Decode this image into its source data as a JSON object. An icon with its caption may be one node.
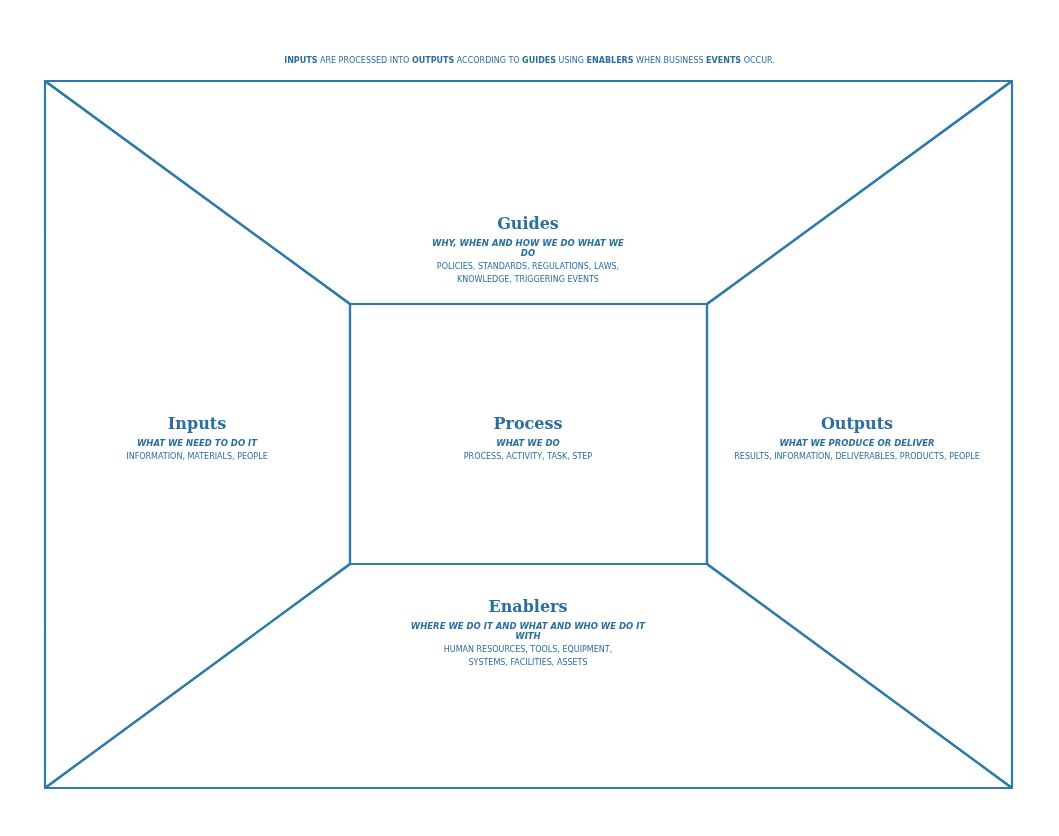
{
  "diagram": {
    "title": "**INPUTS** ARE PROCESSED INTO **OUTPUTS** ACCORDING TO **GUIDES** USING **ENABLERS** WHEN BUSINESS **EVENTS** OCCUR.",
    "nodes": [
      {
        "text": [
          "Guides",
          "WHY, WHEN AND HOW WE DO WHAT WE DO",
          "POLICIES, STANDARDS, REGULATIONS, LAWS, KNOWLEDGE, TRIGGERING EVENTS"
        ]
      },
      {
        "text": [
          "Inputs",
          "WHAT WE NEED TO DO IT",
          "INFORMATION, MATERIALS, PEOPLE"
        ]
      },
      {
        "text": [
          "Process",
          "WHAT WE DO",
          "PROCESS, ACTIVITY, TASK, STEP"
        ]
      },
      {
        "text": [
          "Outputs",
          "WHAT WE PRODUCE OR DELIVER",
          "RESULTS, INFORMATION, DELIVERABLES, PRODUCTS, PEOPLE"
        ]
      },
      {
        "text": [
          "Enablers",
          "WHERE WE DO IT AND WHAT AND WHO WE DO IT WITH",
          "HUMAN RESOURCES, TOOLS, EQUIPMENT, SYSTEMS, FACILITIES, ASSETS"
        ]
      }
    ]
  }
}
